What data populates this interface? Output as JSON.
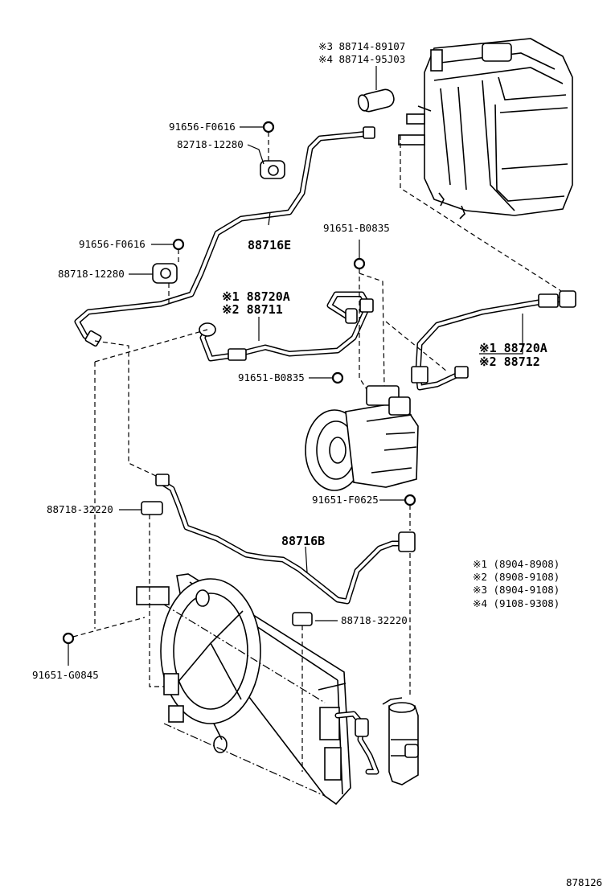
{
  "labels": {
    "p_88714_89107": "※3 88714-89107",
    "p_88714_95j03": "※4 88714-95J03",
    "p_91656_f0616_a": "91656-F0616",
    "p_82718_12280": "82718-12280",
    "p_88716e": "88716E",
    "p_91651_b0835_a": "91651-B0835",
    "p_91656_f0616_b": "91656-F0616",
    "p_88718_12280": "88718-12280",
    "p_88720a_1": "※1 88720A",
    "p_88711": "※2 88711",
    "p_88720a_2": "※1 88720A",
    "p_88712": "※2 88712",
    "p_91651_b0835_b": "91651-B0835",
    "p_91651_f0625": "91651-F0625",
    "p_88718_32220_a": "88718-32220",
    "p_88716b": "88716B",
    "p_88718_32220_b": "88718-32220",
    "p_91651_g0845": "91651-G0845"
  },
  "legend": [
    "※1 (8904-8908)",
    "※2 (8908-9108)",
    "※3 (8904-9108)",
    "※4 (9108-9308)"
  ],
  "diagram_number": "878126"
}
